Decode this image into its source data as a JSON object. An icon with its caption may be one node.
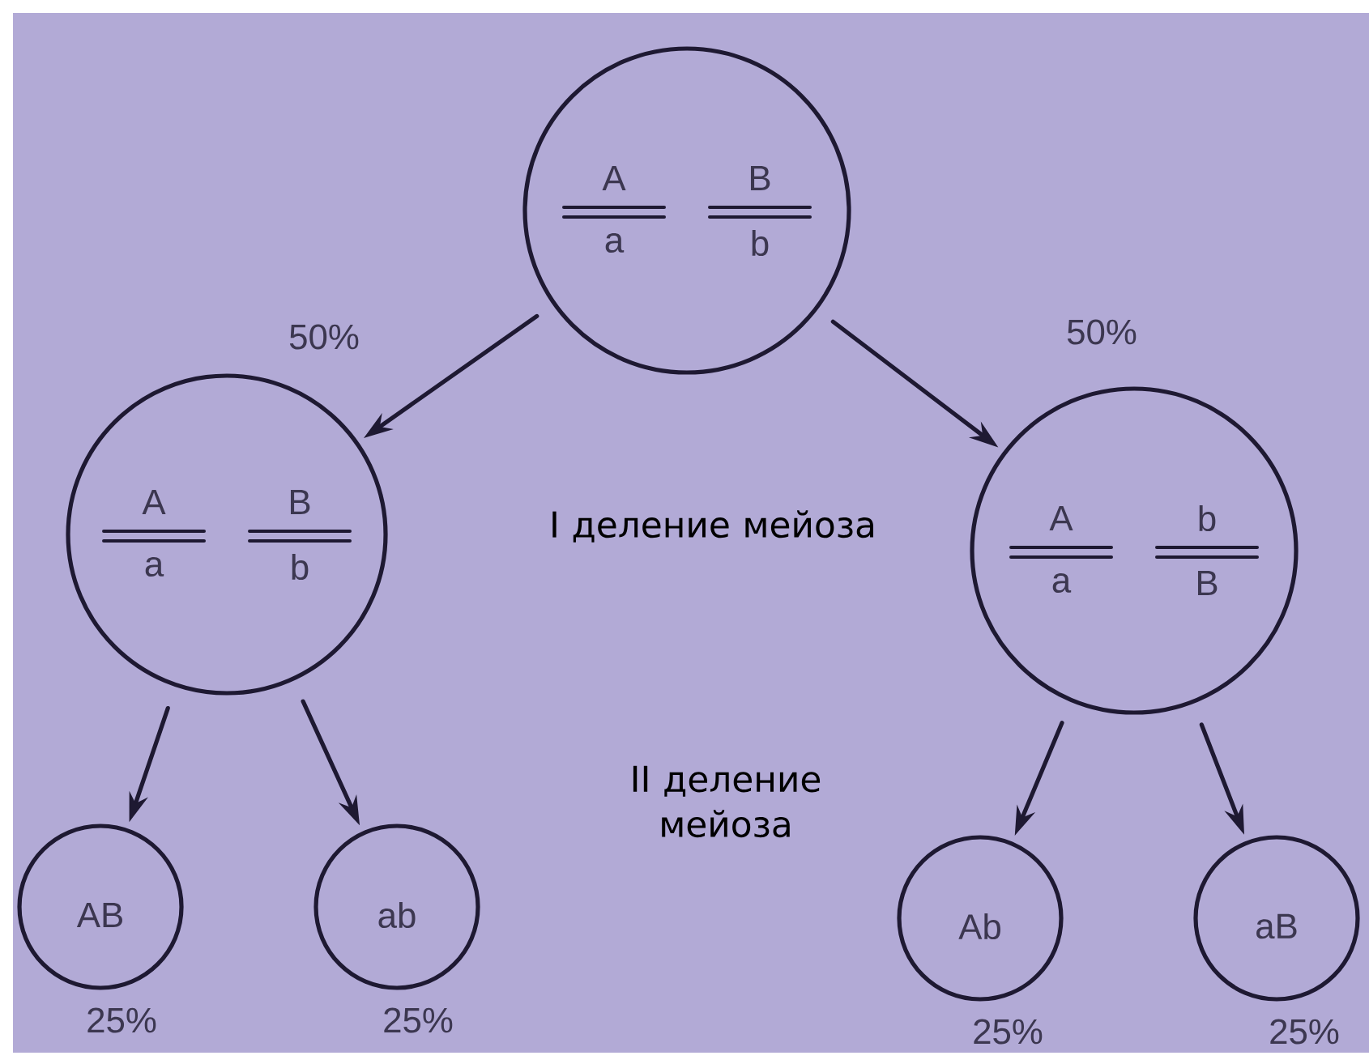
{
  "diagram": {
    "nodes": [
      {
        "text": [
          "A",
          "a",
          "B",
          "b"
        ]
      },
      {
        "text": [
          "A",
          "a",
          "B",
          "b"
        ],
        "beside": [
          "50%"
        ]
      },
      {
        "text": [
          "A",
          "a",
          "b",
          "B"
        ],
        "beside": [
          "50%"
        ]
      },
      {
        "text": [
          "AB"
        ],
        "beside": [
          "25%"
        ]
      },
      {
        "text": [
          "ab"
        ],
        "beside": [
          "25%"
        ]
      },
      {
        "text": [
          "Ab"
        ],
        "beside": [
          "25%"
        ]
      },
      {
        "text": [
          "aB"
        ],
        "beside": [
          "25%"
        ]
      }
    ],
    "edges": [
      {
        "from": 0,
        "to": 1,
        "arrow": "to"
      },
      {
        "from": 0,
        "to": 2,
        "arrow": "to"
      },
      {
        "from": 1,
        "to": 3,
        "arrow": "to"
      },
      {
        "from": 1,
        "to": 4,
        "arrow": "to"
      },
      {
        "from": 2,
        "to": 5,
        "arrow": "to"
      },
      {
        "from": 2,
        "to": 6,
        "arrow": "to"
      }
    ],
    "labels": [
      "I деление мейоза",
      "II деление мейоза"
    ]
  }
}
